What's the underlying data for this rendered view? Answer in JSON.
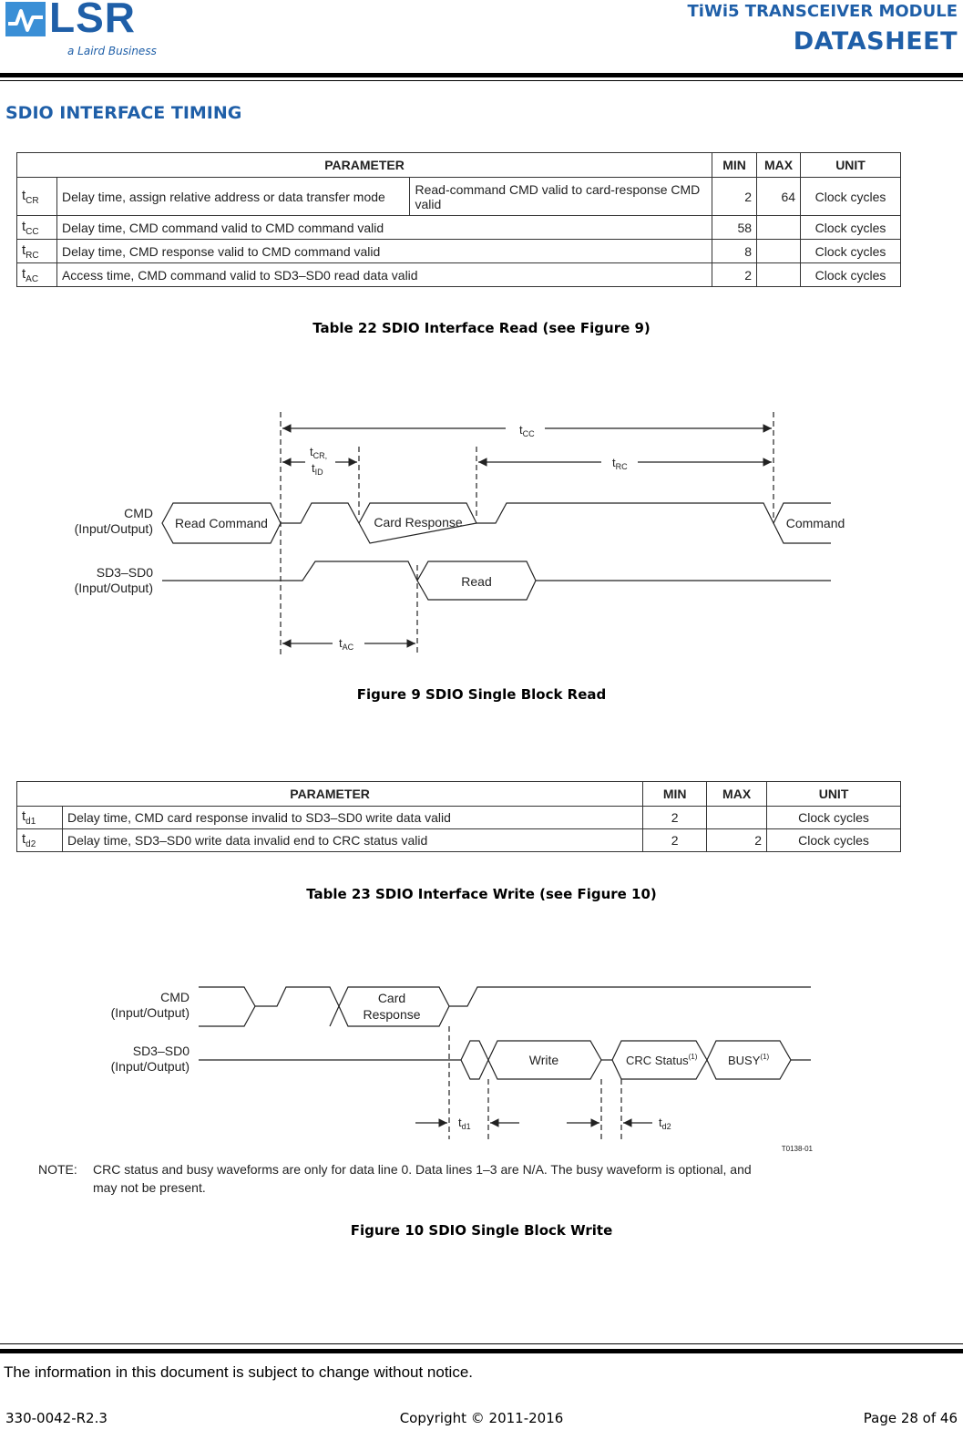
{
  "header": {
    "logo_text": "LSR",
    "logo_tagline": "a Laird Business",
    "doc_title": "TiWi5 TRANSCEIVER MODULE",
    "doc_type": "DATASHEET"
  },
  "section_title": "SDIO INTERFACE TIMING",
  "table22": {
    "headers": {
      "parameter": "PARAMETER",
      "min": "MIN",
      "max": "MAX",
      "unit": "UNIT"
    },
    "rows": [
      {
        "sym": "t",
        "sub": "CR",
        "desc": "Delay time, assign relative address or data transfer mode",
        "cond": "Read-command CMD valid to card-response CMD valid",
        "min": "2",
        "max": "64",
        "unit": "Clock cycles"
      },
      {
        "sym": "t",
        "sub": "CC",
        "desc": "Delay time, CMD command valid to CMD command valid",
        "cond": "",
        "min": "58",
        "max": "",
        "unit": "Clock cycles"
      },
      {
        "sym": "t",
        "sub": "RC",
        "desc": "Delay time, CMD response valid to CMD command valid",
        "cond": "",
        "min": "8",
        "max": "",
        "unit": "Clock cycles"
      },
      {
        "sym": "t",
        "sub": "AC",
        "desc": "Access time, CMD command valid to SD3–SD0 read data valid",
        "cond": "",
        "min": "2",
        "max": "",
        "unit": "Clock cycles"
      }
    ],
    "caption": "Table 22 SDIO Interface Read (see Figure 9)"
  },
  "figure9": {
    "labels": {
      "tcc": "t",
      "tcc_sub": "CC",
      "tcr": "t",
      "tcr_sub": "CR,",
      "tid": "t",
      "tid_sub": "ID",
      "trc": "t",
      "trc_sub": "RC",
      "tac": "t",
      "tac_sub": "AC",
      "cmd": "CMD",
      "cmd_io": "(Input/Output)",
      "sd": "SD3–SD0",
      "sd_io": "(Input/Output)",
      "read_command": "Read Command",
      "card_response": "Card Response",
      "command": "Command",
      "read": "Read"
    },
    "caption": "Figure 9 SDIO Single Block Read"
  },
  "table23": {
    "headers": {
      "parameter": "PARAMETER",
      "min": "MIN",
      "max": "MAX",
      "unit": "UNIT"
    },
    "rows": [
      {
        "sym": "t",
        "sub": "d1",
        "desc": "Delay time, CMD card response invalid to SD3–SD0 write data valid",
        "min": "2",
        "max": "",
        "unit": "Clock cycles"
      },
      {
        "sym": "t",
        "sub": "d2",
        "desc": "Delay time, SD3–SD0 write data invalid end to CRC status valid",
        "min": "2",
        "max": "2",
        "unit": "Clock cycles"
      }
    ],
    "caption": "Table 23 SDIO Interface Write (see Figure 10)"
  },
  "figure10": {
    "labels": {
      "cmd": "CMD",
      "cmd_io": "(Input/Output)",
      "sd": "SD3–SD0",
      "sd_io": "(Input/Output)",
      "card": "Card",
      "response": "Response",
      "write": "Write",
      "crc": "CRC Status",
      "crc_sup": "(1)",
      "busy": "BUSY",
      "busy_sup": "(1)",
      "td1": "t",
      "td1_sub": "d1",
      "td2": "t",
      "td2_sub": "d2",
      "code": "T0138-01",
      "note_label": "NOTE:",
      "note_line1": "CRC status and busy waveforms are only for data line 0. Data lines 1–3 are N/A. The busy waveform is optional, and",
      "note_line2": "may not be present."
    },
    "caption": "Figure 10 SDIO Single Block Write"
  },
  "footer": {
    "notice": "The information in this document is subject to change without notice.",
    "doc_number": "330-0042-R2.3",
    "copyright": "Copyright © 2011-2016",
    "page": "Page 28 of 46"
  }
}
